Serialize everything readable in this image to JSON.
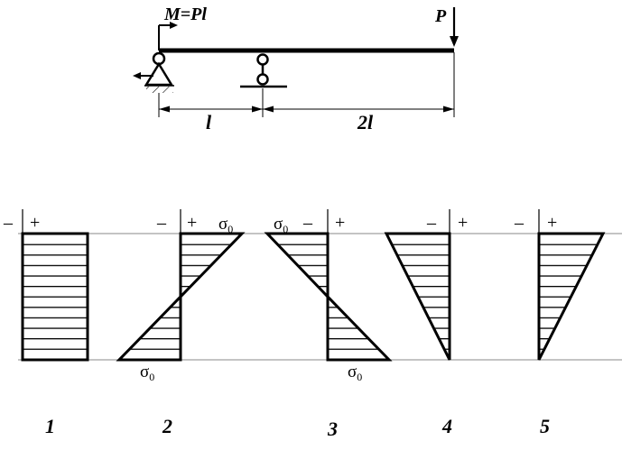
{
  "beam": {
    "moment_label": "M=Pl",
    "force_label": "P",
    "span1_label": "l",
    "span2_label": "2l"
  },
  "stress_diagrams": {
    "sigma_symbol": "σ",
    "sigma_subscript": "0",
    "minus_sign": "–",
    "plus_sign": "+",
    "items": [
      {
        "number": "1"
      },
      {
        "number": "2"
      },
      {
        "number": "3"
      },
      {
        "number": "4"
      },
      {
        "number": "5"
      }
    ]
  }
}
